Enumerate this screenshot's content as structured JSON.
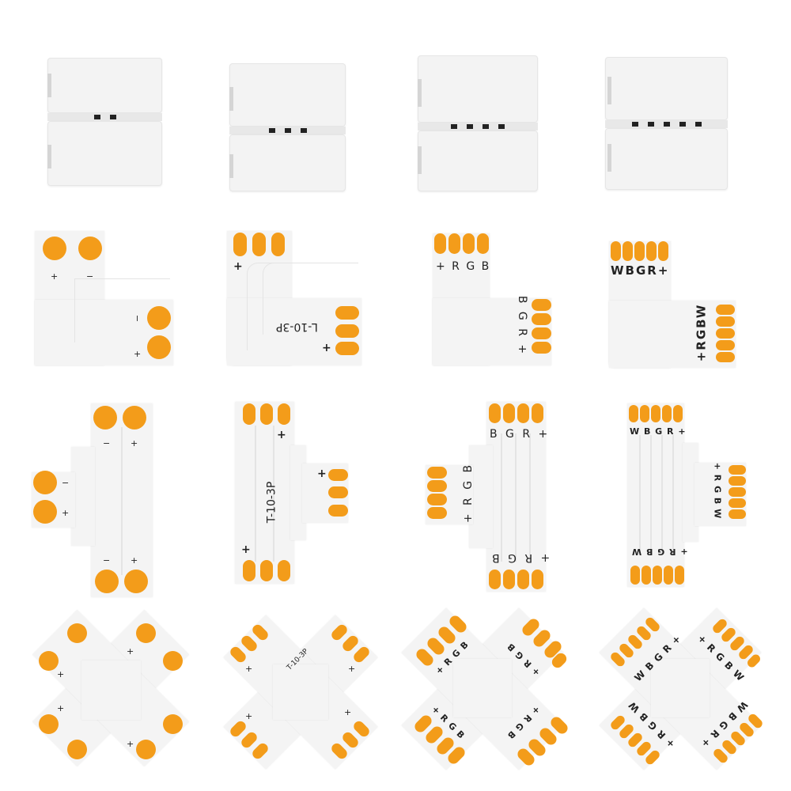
{
  "image": {
    "description": "LED strip connector product grid",
    "pad_color": "#f39c1a",
    "board_color": "#f4f4f4",
    "background": "#ffffff"
  },
  "rows": [
    {
      "type": "clip-connector",
      "items": [
        {
          "pins": 2
        },
        {
          "pins": 3
        },
        {
          "pins": 4
        },
        {
          "pins": 5
        }
      ]
    },
    {
      "type": "L-connector",
      "items": [
        {
          "pins": 2,
          "top_labels": [
            "+",
            "−"
          ],
          "side_labels": [
            "−",
            "+"
          ]
        },
        {
          "pins": 3,
          "top_labels": [
            "+"
          ],
          "side_labels": [
            "+"
          ],
          "model": "L-10-3P"
        },
        {
          "pins": 4,
          "top_labels": [
            "+",
            "R",
            "G",
            "B"
          ],
          "side_labels": [
            "B",
            "G",
            "R",
            "+"
          ]
        },
        {
          "pins": 5,
          "top_labels": [
            "W",
            "B",
            "G",
            "R",
            "+"
          ],
          "side_labels": [
            "+",
            "R",
            "G",
            "B",
            "W"
          ]
        }
      ]
    },
    {
      "type": "T-connector",
      "items": [
        {
          "pins": 2,
          "top_labels": [
            "−",
            "+"
          ],
          "side_labels": [
            "−",
            "+"
          ],
          "bottom_labels": [
            "−",
            "+"
          ]
        },
        {
          "pins": 3,
          "top_labels": [
            "+"
          ],
          "side_labels": [
            "+"
          ],
          "bottom_labels": [
            "+"
          ],
          "model": "T-10-3P"
        },
        {
          "pins": 4,
          "top_labels": [
            "B",
            "G",
            "R",
            "+"
          ],
          "side_labels": [
            "B",
            "G",
            "R",
            "+"
          ],
          "bottom_labels": [
            "+",
            "R",
            "G",
            "B"
          ]
        },
        {
          "pins": 5,
          "top_labels": [
            "W",
            "B",
            "G",
            "R",
            "+"
          ],
          "side_labels": [
            "+",
            "R",
            "G",
            "B",
            "W"
          ],
          "bottom_labels": [
            "+",
            "R",
            "G",
            "B",
            "W"
          ]
        }
      ]
    },
    {
      "type": "X-connector",
      "items": [
        {
          "pins": 2,
          "labels": [
            "+",
            "−"
          ]
        },
        {
          "pins": 3,
          "labels": [
            "+"
          ],
          "model": "T-10-3P"
        },
        {
          "pins": 4,
          "labels": [
            "+",
            "R",
            "G",
            "B"
          ]
        },
        {
          "pins": 5,
          "labels": [
            "W",
            "B",
            "G",
            "R",
            "+"
          ]
        }
      ]
    }
  ],
  "text": {
    "plus": "+",
    "minus": "−",
    "l3_model": "L-10-3P",
    "t3_model": "T-10-3P",
    "x3_model": "T-10-3P",
    "rgb_top": "+ R G B",
    "rgb_side": "B G R +",
    "wbgr_top": "WBGR+",
    "wbgr_side": "+RGBW",
    "t4_top": "B G R +",
    "t4_side": "+ R G B",
    "t4_bottom": "+ R G B",
    "t5_top": "W B G R +",
    "t5_side": "+ R G B W",
    "t5_bottom": "+ R G B W",
    "x4_label": "+ R G B",
    "x5_label": "W B G R +",
    "x5_label_b": "+ R G B W"
  }
}
